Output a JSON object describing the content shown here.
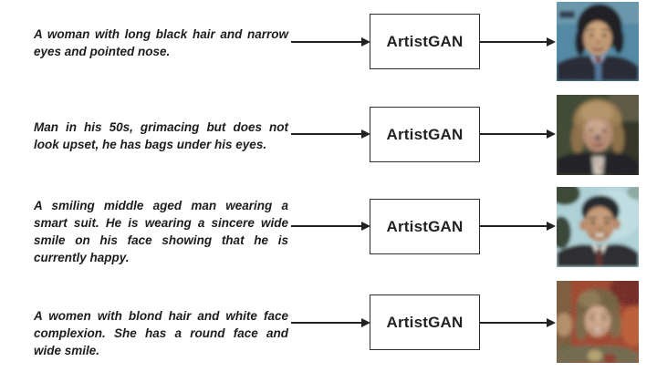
{
  "model_label": "ArtistGAN",
  "rows": [
    {
      "prompt": "A woman with long black hair and narrow eyes and pointed nose.",
      "output_image": "blurry generated portrait of a dark-haired woman in a dark jacket on a teal-blue background"
    },
    {
      "prompt": "Man in his 50s, grimacing but does not look upset, he has bags under his eyes.",
      "output_image": "blurry generated portrait of a middle-aged man with thinning light-brown hair on a dark olive-green background"
    },
    {
      "prompt": "A smiling middle aged man wearing a smart suit. He is wearing a sincere wide smile on his face showing that he is currently happy.",
      "output_image": "blurry generated portrait of a smiling man in a dark suit, white shirt and tie on a light blue background"
    },
    {
      "prompt": "A women with blond hair and white face complexion. She has a round face and wide smile.",
      "output_image": "noisy generated portrait of a smiling blond woman on a mottled red-orange background"
    }
  ],
  "colors": {
    "page_background": "#ffffff",
    "text": "#1d1d1d",
    "box_border": "#2e2e2e",
    "box_background": "#ffffff",
    "arrow": "#222222",
    "face1_background": "#4d86a2",
    "face2_background": "#37422c",
    "face3_background": "#aed3d8",
    "face4_background": "#9e3a24"
  }
}
